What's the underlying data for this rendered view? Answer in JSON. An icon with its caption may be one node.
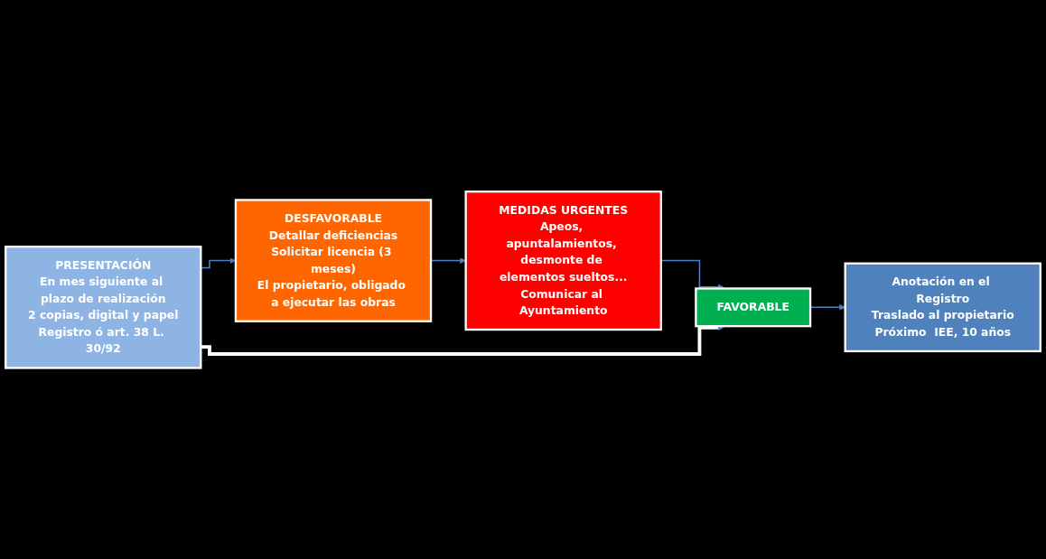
{
  "diagram": {
    "nodes": [
      {
        "text": [
          "PRESENTACIÓN",
          "En mes siguiente al plazo de realización",
          "2 copias, digital y papel",
          "Registro ó art. 38 L. 30/92"
        ]
      },
      {
        "text": [
          "DESFAVORABLE",
          "Detallar deficiencias",
          "Solicitar licencia (3 meses)",
          "El propietario, obligado a ejecutar las obras"
        ]
      },
      {
        "text": [
          "MEDIDAS URGENTES",
          "Apeos, apuntalamientos, desmonte de elementos sueltos...",
          "Comunicar al Ayuntamiento"
        ]
      },
      {
        "text": [
          "FAVORABLE"
        ]
      },
      {
        "text": [
          "Anotación en el Registro",
          "Traslado al propietario",
          "Próximo  IEE, 10 años"
        ]
      }
    ],
    "edges": [
      {
        "from": 0,
        "to": 1,
        "arrow": "to"
      },
      {
        "from": 1,
        "to": 2,
        "arrow": "to"
      },
      {
        "from": 2,
        "to": 3,
        "arrow": "to"
      },
      {
        "from": 3,
        "to": 4,
        "arrow": "to"
      },
      {
        "from": 0,
        "to": 3,
        "arrow": "to",
        "style": "thick",
        "color": "#ffffff"
      }
    ]
  }
}
